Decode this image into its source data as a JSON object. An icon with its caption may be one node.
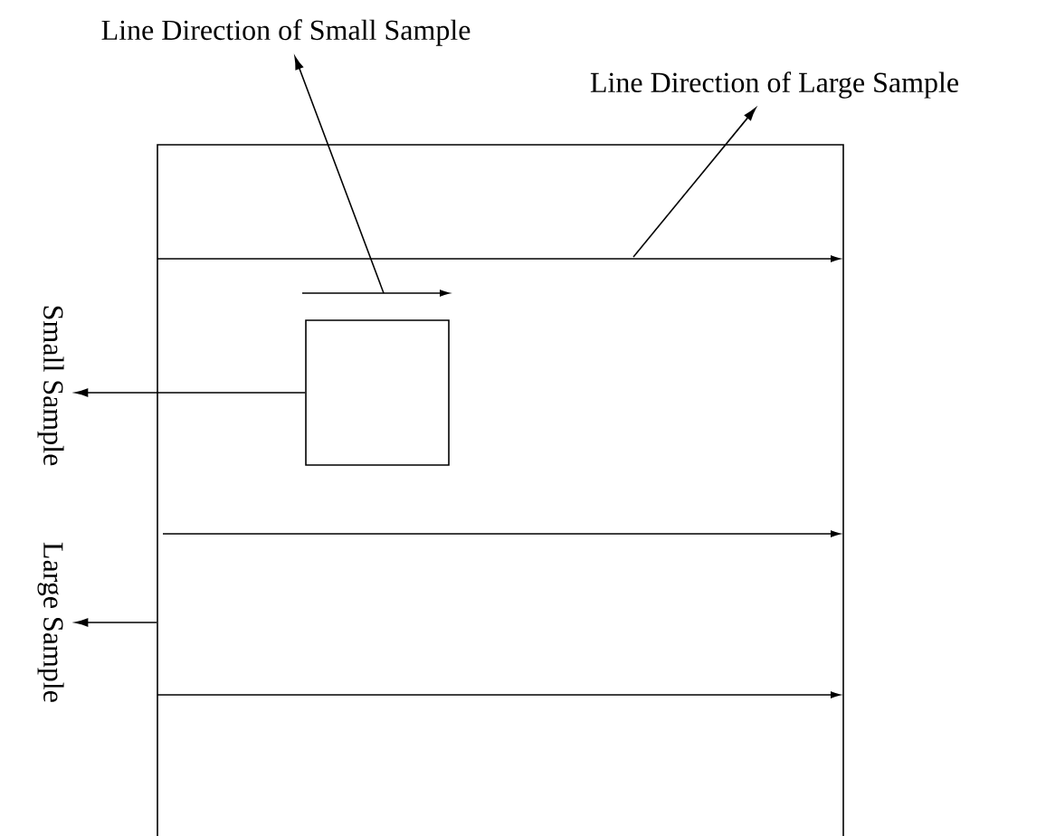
{
  "diagram": {
    "nodes": [
      {
        "text": [],
        "shape": "box"
      },
      {
        "text": [],
        "shape": "box",
        "in": 0
      },
      {
        "text": [
          "Line Direction of Small Sample"
        ]
      },
      {
        "text": [
          "Line Direction of Large Sample"
        ]
      },
      {
        "text": [
          "Small Sample"
        ]
      },
      {
        "text": [
          "Large Sample"
        ]
      }
    ],
    "edges": [
      {
        "from": null,
        "to": 2,
        "arrow": "to"
      },
      {
        "from": null,
        "to": 3,
        "arrow": "to"
      },
      {
        "from": 1,
        "to": 4,
        "arrow": "to"
      },
      {
        "from": 0,
        "to": 5,
        "arrow": "to"
      }
    ]
  }
}
